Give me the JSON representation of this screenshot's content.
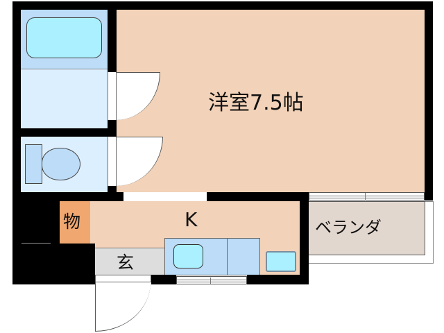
{
  "floorplan": {
    "rooms": {
      "western_room": {
        "label": "洋室7.5帖",
        "type": "Western-style room",
        "size_jo": 7.5
      },
      "kitchen": {
        "label": "K"
      },
      "storage": {
        "label": "物"
      },
      "entrance": {
        "label": "玄"
      },
      "veranda": {
        "label": "ベランダ"
      },
      "bath": {
        "label": ""
      },
      "washroom": {
        "label": ""
      },
      "toilet": {
        "label": ""
      }
    },
    "colors": {
      "wall": "#000000",
      "western_room": "#f2d2b8",
      "bath": "#bcdcf8",
      "washroom": "#dcefff",
      "storage": "#f0a870",
      "entrance": "#dddddd",
      "veranda": "#e2d7cf",
      "fixture": "#aaf0ff"
    }
  }
}
